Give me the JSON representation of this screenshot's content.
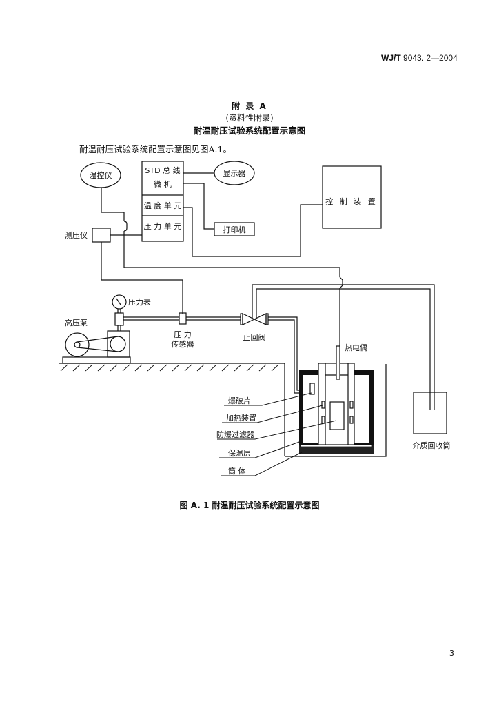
{
  "header": {
    "std_prefix": "WJ/T",
    "std_number": "9043. 2—2004"
  },
  "appendix": {
    "title": "附 录 A",
    "subtitle": "(资料性附录)",
    "heading": "耐温耐压试验系统配置示意图"
  },
  "intro_text": "耐温耐压试验系统配置示意图见图A.1。",
  "diagram": {
    "temp_controller": "温控仪",
    "std_bus": "STD 总 线",
    "microcomputer": "微 机",
    "temp_unit": "温 度 单 元",
    "pressure_unit": "压 力 单 元",
    "display": "显示器",
    "printer": "打印机",
    "control_device": "控 制 装 置",
    "pressure_meter": "测压仪",
    "pressure_gauge": "压力表",
    "high_pressure_pump": "高压泵",
    "pressure_sensor_1": "压    力",
    "pressure_sensor_2": "传感器",
    "check_valve": "止回阀",
    "thermocouple": "热电偶",
    "burst_disc": "爆破片",
    "heater": "加热装置",
    "explosion_filter": "防爆过滤器",
    "insulation": "保温层",
    "cylinder": "筒    体",
    "medium_recovery": "介质回收筒"
  },
  "caption": "图 A. 1    耐温耐压试验系统配置示意图",
  "page_number": "3"
}
